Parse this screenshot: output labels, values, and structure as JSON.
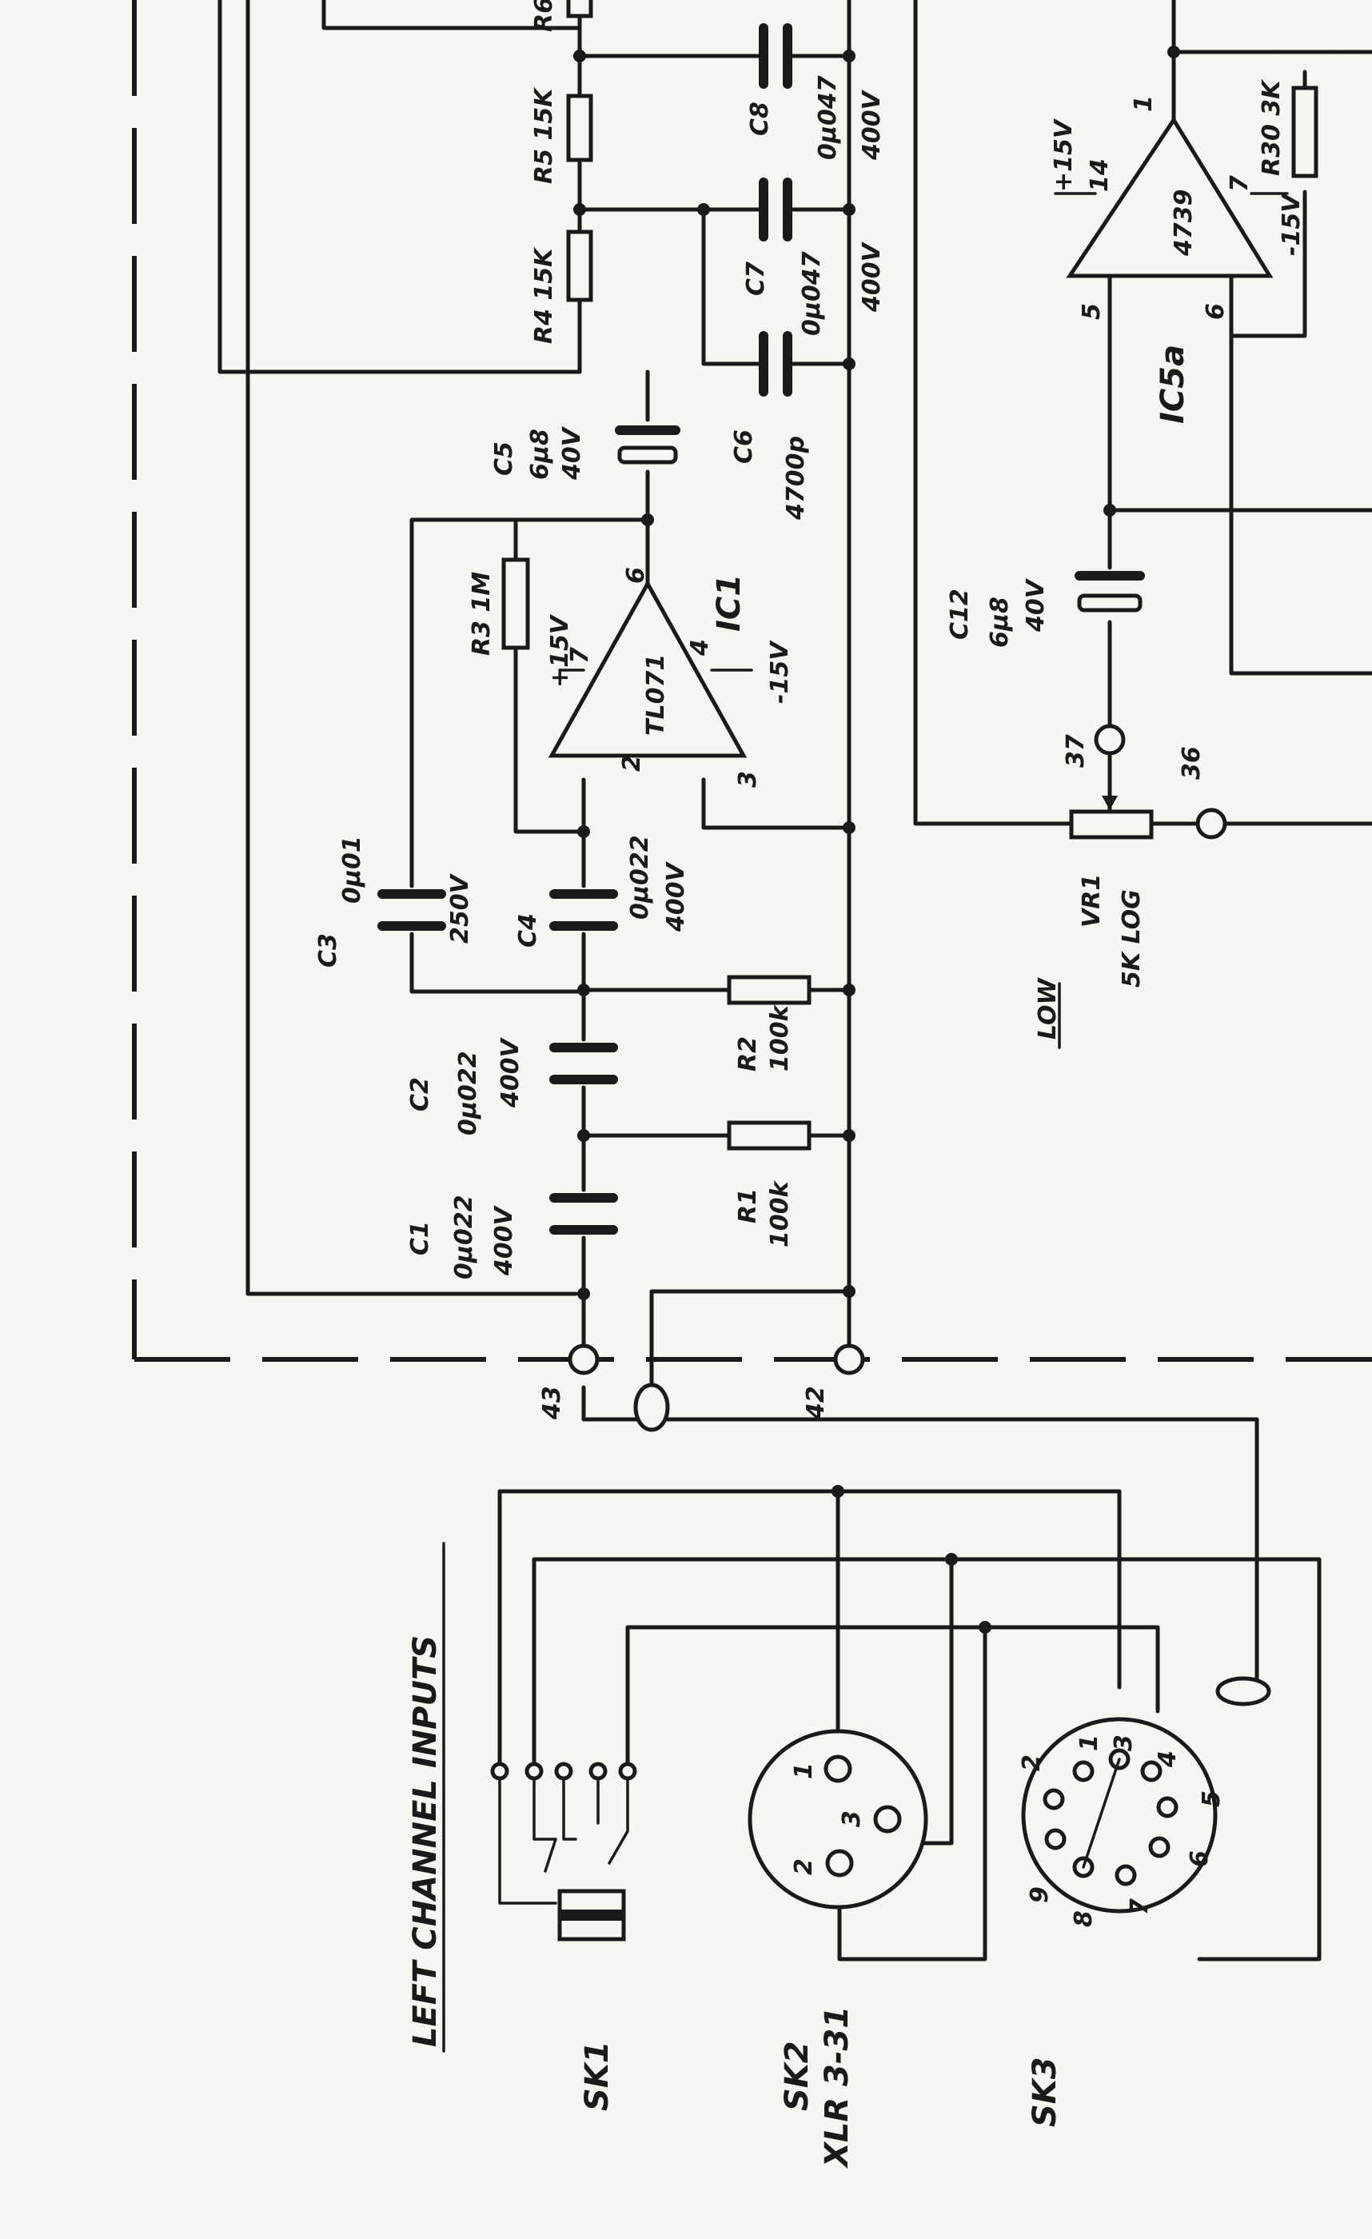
{
  "title": "LEFT CHANNEL INPUTS",
  "components": {
    "c1": {
      "ref": "C1",
      "value": "0μ022",
      "rating": "400V"
    },
    "c2": {
      "ref": "C2",
      "value": "0μ022",
      "rating": "400V"
    },
    "c3": {
      "ref": "C3",
      "value": "0μ01",
      "rating": "250V"
    },
    "c4": {
      "ref": "C4",
      "value": "0μ022",
      "rating": "400V"
    },
    "c5": {
      "ref": "C5",
      "value": "6μ8",
      "rating": "40V"
    },
    "c6": {
      "ref": "C6",
      "value": "4700p"
    },
    "c7": {
      "ref": "C7",
      "value": "0μ047",
      "rating": "400V"
    },
    "c8": {
      "ref": "C8",
      "value": "0μ047",
      "rating": "400V"
    },
    "c12": {
      "ref": "C12",
      "value": "6μ8",
      "rating": "40V"
    },
    "r1": {
      "ref": "R1",
      "value": "100k"
    },
    "r2": {
      "ref": "R2",
      "value": "100k"
    },
    "r3": {
      "ref": "R3 1M"
    },
    "r4": {
      "ref": "R4 15K"
    },
    "r5": {
      "ref": "R5 15K"
    },
    "r6": {
      "ref": "R6"
    },
    "r30": {
      "ref": "R30 3K"
    },
    "ic1": {
      "ref": "IC1",
      "part": "TL071",
      "pins": {
        "p2": "2",
        "p3": "3",
        "p4": "4",
        "p6": "6",
        "p7": "7"
      },
      "vpos": "+15V",
      "vneg": "-15V"
    },
    "ic5a": {
      "ref": "IC5a",
      "part": "4739",
      "pins": {
        "p1": "1",
        "p5": "5",
        "p6": "6",
        "p7": "7",
        "p14": "14"
      },
      "vpos": "+15V",
      "vneg": "-15V"
    },
    "vr1": {
      "ref": "VR1",
      "value": "5K LOG",
      "function": "LOW"
    },
    "sk1": {
      "ref": "SK1"
    },
    "sk2": {
      "ref": "SK2",
      "type": "XLR 3-31",
      "pins": [
        "1",
        "2",
        "3"
      ]
    },
    "sk3": {
      "ref": "SK3",
      "pins": [
        "1",
        "2",
        "3",
        "4",
        "5",
        "6",
        "7",
        "8",
        "9"
      ]
    }
  },
  "terminals": {
    "t43": "43",
    "t42": "42",
    "t37": "37",
    "t36": "36"
  }
}
